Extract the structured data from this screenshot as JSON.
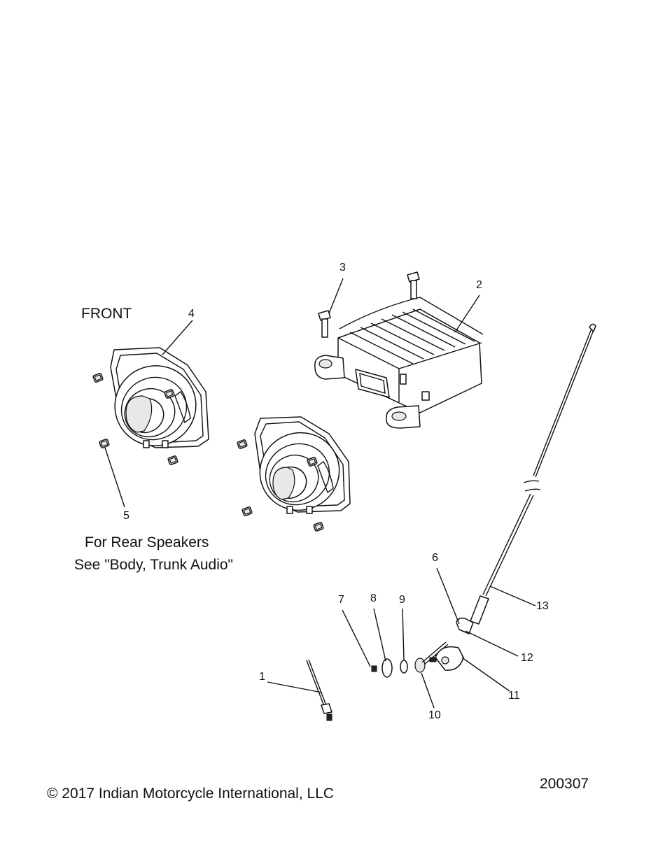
{
  "labels": {
    "front": "FRONT",
    "rear_note_line1": "For Rear Speakers",
    "rear_note_line2": "See \"Body, Trunk Audio\"",
    "copyright": "© 2017 Indian Motorcycle International, LLC",
    "diagram_number": "200307"
  },
  "callouts": [
    "1",
    "2",
    "3",
    "4",
    "5",
    "6",
    "7",
    "8",
    "9",
    "10",
    "11",
    "12",
    "13"
  ],
  "colors": {
    "line": "#111111",
    "background": "#ffffff"
  }
}
